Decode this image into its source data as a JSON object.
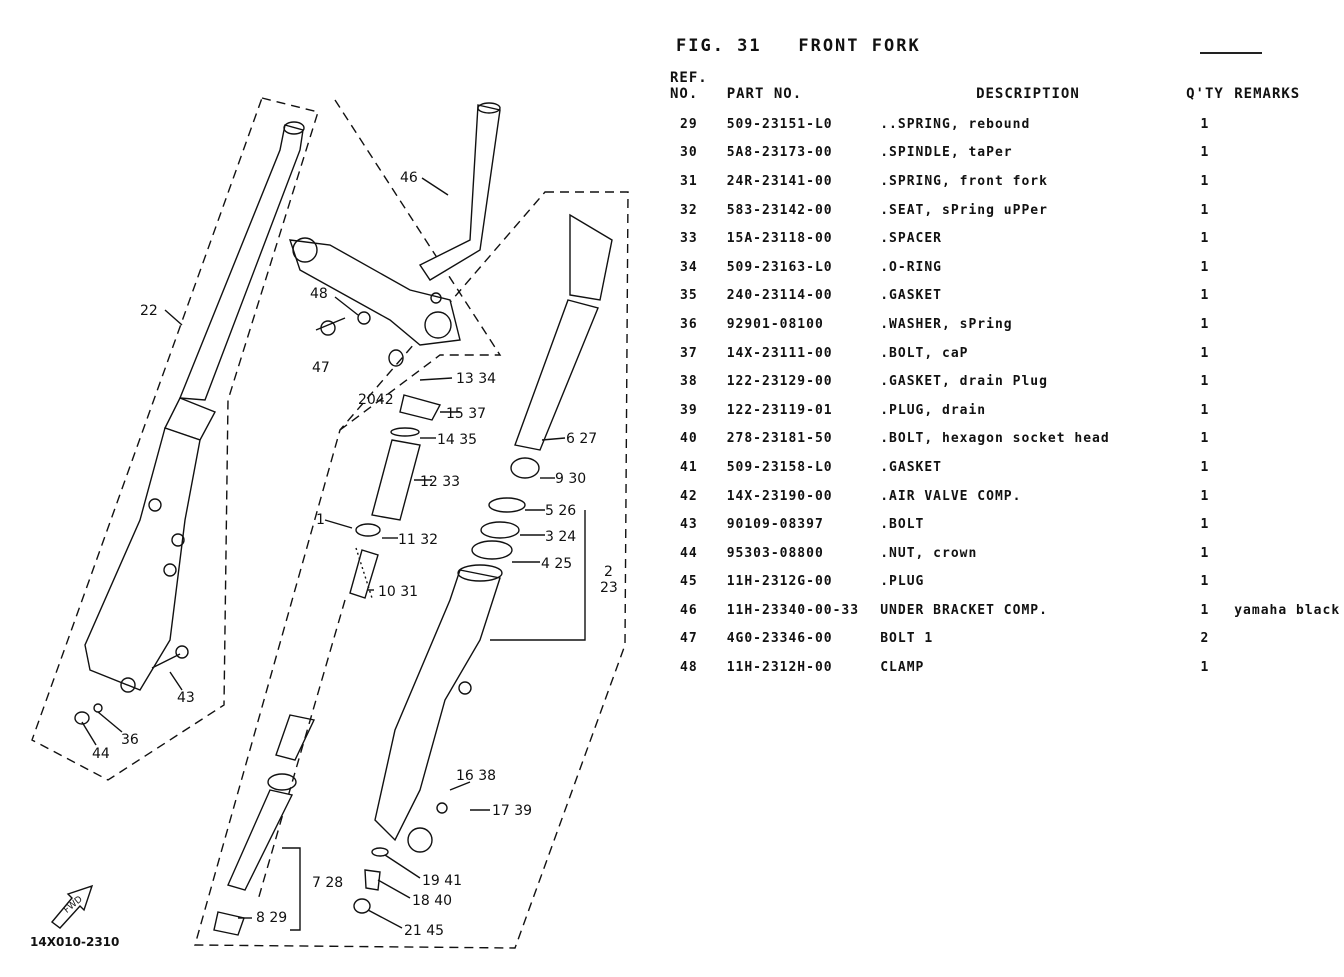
{
  "figure": {
    "title": "FIG. 31   FRONT FORK"
  },
  "columns": {
    "ref_line1": "REF.",
    "ref_line2": "NO.",
    "part_no": "PART NO.",
    "description": "DESCRIPTION",
    "qty": "Q'TY",
    "remarks": "REMARKS"
  },
  "parts": [
    {
      "ref": "29",
      "part_no": "509-23151-L0",
      "description": "..SPRING, rebound",
      "qty": "1",
      "remarks": ""
    },
    {
      "ref": "30",
      "part_no": "5A8-23173-00",
      "description": ".SPINDLE, taPer",
      "qty": "1",
      "remarks": ""
    },
    {
      "ref": "31",
      "part_no": "24R-23141-00",
      "description": ".SPRING, front fork",
      "qty": "1",
      "remarks": ""
    },
    {
      "ref": "32",
      "part_no": "583-23142-00",
      "description": ".SEAT, sPring uPPer",
      "qty": "1",
      "remarks": ""
    },
    {
      "ref": "33",
      "part_no": "15A-23118-00",
      "description": ".SPACER",
      "qty": "1",
      "remarks": ""
    },
    {
      "ref": "34",
      "part_no": "509-23163-L0",
      "description": ".O-RING",
      "qty": "1",
      "remarks": ""
    },
    {
      "ref": "35",
      "part_no": "240-23114-00",
      "description": ".GASKET",
      "qty": "1",
      "remarks": ""
    },
    {
      "ref": "36",
      "part_no": "92901-08100",
      "description": ".WASHER, sPring",
      "qty": "1",
      "remarks": ""
    },
    {
      "ref": "37",
      "part_no": "14X-23111-00",
      "description": ".BOLT, caP",
      "qty": "1",
      "remarks": ""
    },
    {
      "ref": "38",
      "part_no": "122-23129-00",
      "description": ".GASKET, drain Plug",
      "qty": "1",
      "remarks": ""
    },
    {
      "ref": "39",
      "part_no": "122-23119-01",
      "description": ".PLUG, drain",
      "qty": "1",
      "remarks": ""
    },
    {
      "ref": "40",
      "part_no": "278-23181-50",
      "description": ".BOLT, hexagon socket head",
      "qty": "1",
      "remarks": ""
    },
    {
      "ref": "41",
      "part_no": "509-23158-L0",
      "description": ".GASKET",
      "qty": "1",
      "remarks": ""
    },
    {
      "ref": "42",
      "part_no": "14X-23190-00",
      "description": ".AIR VALVE COMP.",
      "qty": "1",
      "remarks": ""
    },
    {
      "ref": "43",
      "part_no": "90109-08397",
      "description": ".BOLT",
      "qty": "1",
      "remarks": ""
    },
    {
      "ref": "44",
      "part_no": "95303-08800",
      "description": ".NUT, crown",
      "qty": "1",
      "remarks": ""
    },
    {
      "ref": "45",
      "part_no": "11H-2312G-00",
      "description": ".PLUG",
      "qty": "1",
      "remarks": ""
    },
    {
      "ref": "46",
      "part_no": "11H-23340-00-33",
      "description": "UNDER BRACKET COMP.",
      "qty": "1",
      "remarks": "yamaha black"
    },
    {
      "ref": "47",
      "part_no": "4G0-23346-00",
      "description": "BOLT 1",
      "qty": "2",
      "remarks": ""
    },
    {
      "ref": "48",
      "part_no": "11H-2312H-00",
      "description": "CLAMP",
      "qty": "1",
      "remarks": ""
    }
  ],
  "diagram": {
    "code": "14X010-2310",
    "fwd_label": "FWD",
    "callouts": {
      "c22": "22",
      "c46": "46",
      "c48": "48",
      "c47": "47",
      "c2042": "2042",
      "c1334": "13 34",
      "c1537": "15 37",
      "c1435": "14 35",
      "c1233": "12 33",
      "c627": "6 27",
      "c930": "9 30",
      "c526": "5 26",
      "c1": "1",
      "c1132": "11 32",
      "c324": "3 24",
      "c425": "4 25",
      "c2": "2",
      "c23": "23",
      "c1031": "10 31",
      "c43": "43",
      "c36": "36",
      "c44": "44",
      "c1638": "16 38",
      "c1739": "17 39",
      "c728": "7 28",
      "c1941": "19 41",
      "c1840": "18 40",
      "c829": "8 29",
      "c2145": "21 45"
    }
  }
}
